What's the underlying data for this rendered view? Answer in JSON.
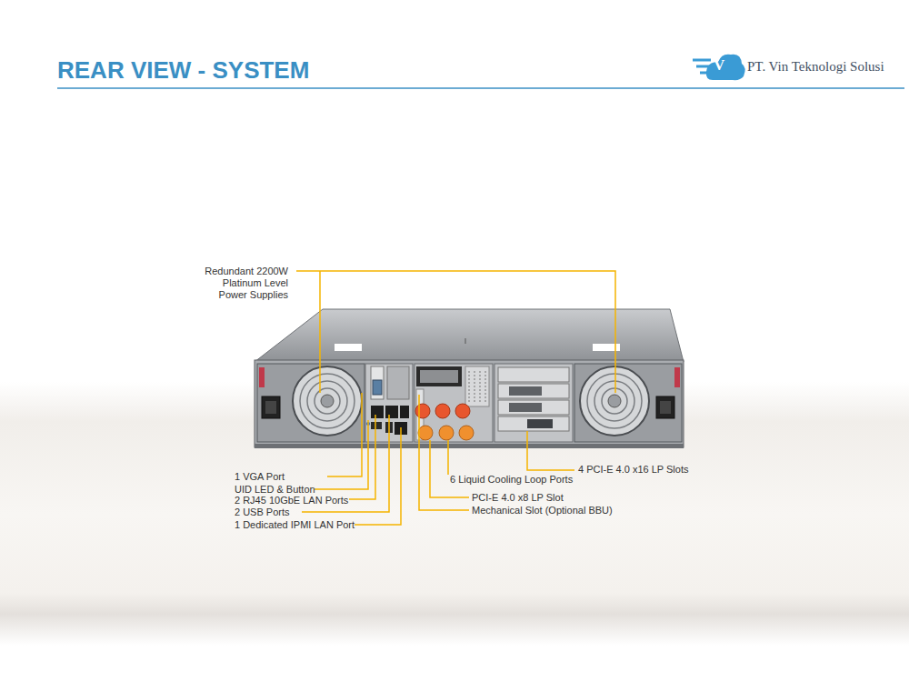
{
  "diagram": {
    "title": "REAR VIEW - SYSTEM",
    "labels": [
      "V",
      "PT. Vin Teknologi Solusi",
      "Redundant 2200W Platinum Level Power Supplies",
      "1 VGA Port",
      "UID LED & Button",
      "2 RJ45 10GbE LAN Ports",
      "2 USB Ports",
      "1 Dedicated IPMI LAN Port",
      "6 Liquid Cooling Loop Ports",
      "PCI-E 4.0 x8 LP Slot",
      "Mechanical Slot (Optional BBU)",
      "4 PCI-E 4.0 x16 LP Slots"
    ]
  }
}
